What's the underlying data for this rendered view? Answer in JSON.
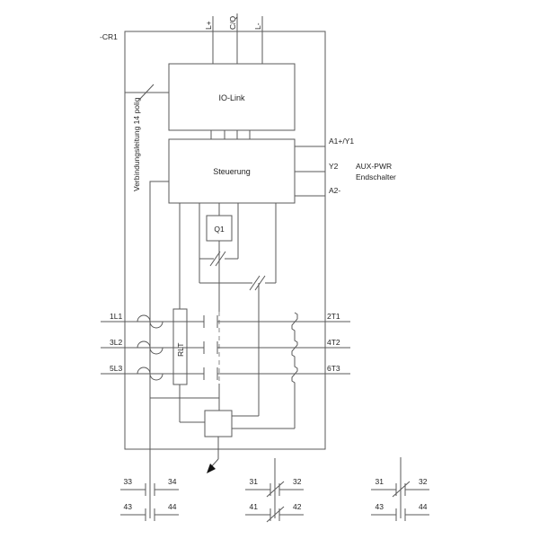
{
  "schematic": {
    "device_tag": "-CR1",
    "top_terminals": [
      {
        "label": "L+"
      },
      {
        "label": "C/Q"
      },
      {
        "label": "L-"
      }
    ],
    "blocks": {
      "io_link": "IO-Link",
      "controller": "Steuerung",
      "coil": "Q1",
      "rlt": "RLT"
    },
    "cable_note": "Verbindungsleitung 14 polig",
    "control_terminals": [
      {
        "label": "A1+/Y1"
      },
      {
        "label": "Y2"
      },
      {
        "label": "A2-"
      }
    ],
    "side_note": [
      "AUX-PWR",
      "Endschalter"
    ],
    "power_terminals": {
      "left": [
        "1L1",
        "3L2",
        "5L3"
      ],
      "right": [
        "2T1",
        "4T2",
        "6T3"
      ]
    },
    "aux_contact_groups": [
      {
        "rows": [
          {
            "l": "33",
            "r": "34",
            "type": "NO"
          },
          {
            "l": "43",
            "r": "44",
            "type": "NO"
          }
        ]
      },
      {
        "rows": [
          {
            "l": "31",
            "r": "32",
            "type": "NC"
          },
          {
            "l": "41",
            "r": "42",
            "type": "NC"
          }
        ]
      },
      {
        "rows": [
          {
            "l": "31",
            "r": "32",
            "type": "NC"
          },
          {
            "l": "43",
            "r": "44",
            "type": "NO"
          }
        ]
      }
    ],
    "colors": {
      "line": "#5a5a5a",
      "text": "#1f1f1f",
      "background": "#ffffff"
    }
  }
}
